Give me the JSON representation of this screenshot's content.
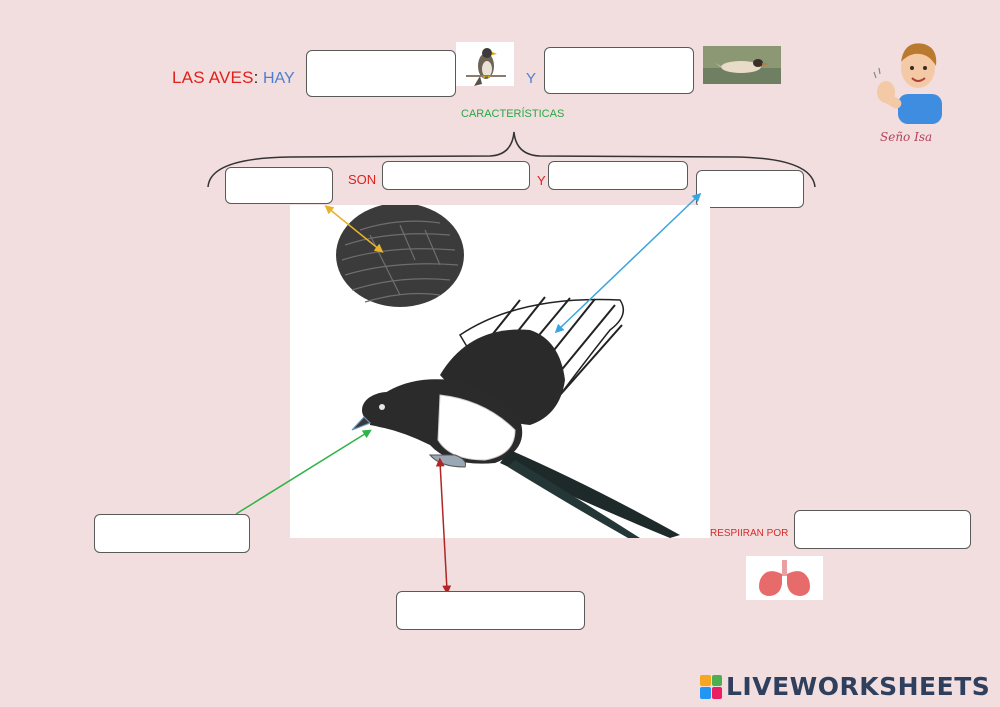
{
  "header": {
    "title": "LAS AVES",
    "colon": ":",
    "hay": "HAY",
    "y": "Y"
  },
  "characteristics": {
    "label": "CARACTERÍSTICAS",
    "son": "SON",
    "y": "Y"
  },
  "breathing": {
    "label": "RESPIIRAN POR"
  },
  "author": {
    "signature": "Seño Isa"
  },
  "brand": {
    "name": "LIVEWORKSHEETS",
    "colors": [
      "#f5a623",
      "#4caf50",
      "#2196f3",
      "#e91e63"
    ]
  },
  "colors": {
    "title_red": "#e0201c",
    "blue": "#4d7fd0",
    "green": "#28a745",
    "arrow_feathers": "#e8b22a",
    "arrow_wings": "#3aa4e0",
    "arrow_beak": "#2fb34a",
    "arrow_legs": "#b02525"
  },
  "icons": [
    "falcon-image",
    "swimming-bird-image",
    "boy-waving-avatar",
    "feathers-closeup-image",
    "magpie-illustration",
    "lungs-icon"
  ]
}
